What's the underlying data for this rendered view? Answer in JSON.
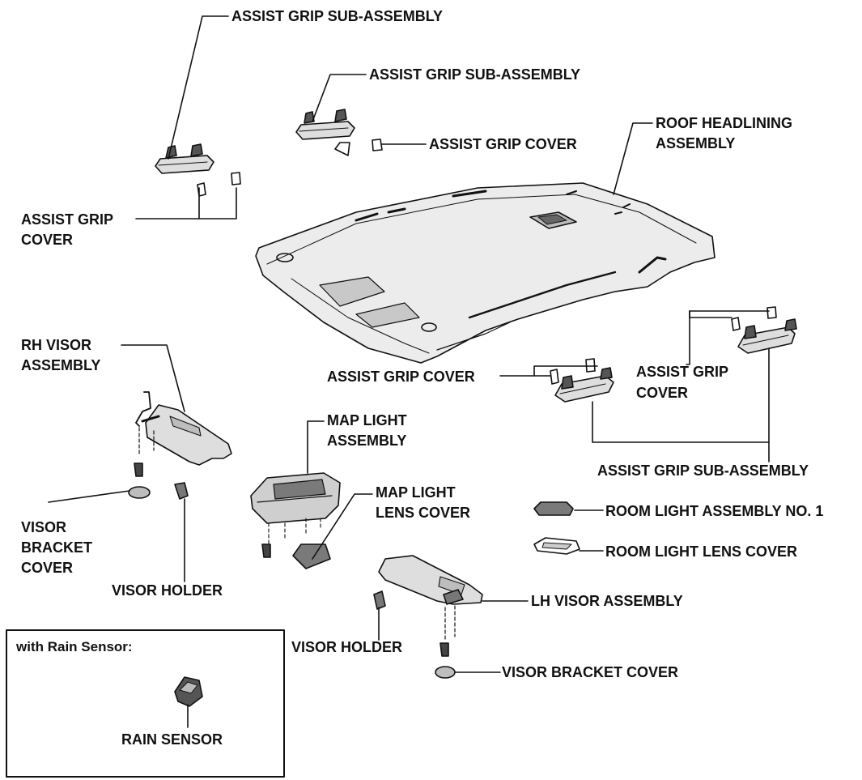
{
  "labels": {
    "assist_grip_sub_assembly_top_left": "ASSIST GRIP SUB-ASSEMBLY",
    "assist_grip_sub_assembly_top_center": "ASSIST GRIP SUB-ASSEMBLY",
    "assist_grip_cover_top_center": "ASSIST GRIP COVER",
    "roof_headlining_line1": "ROOF HEADLINING",
    "roof_headlining_line2": "ASSEMBLY",
    "assist_grip_cover_left_line1": "ASSIST GRIP",
    "assist_grip_cover_left_line2": "COVER",
    "rh_visor_line1": "RH VISOR",
    "rh_visor_line2": "ASSEMBLY",
    "assist_grip_cover_center": "ASSIST GRIP COVER",
    "assist_grip_cover_right_line1": "ASSIST GRIP",
    "assist_grip_cover_right_line2": "COVER",
    "map_light_line1": "MAP LIGHT",
    "map_light_line2": "ASSEMBLY",
    "assist_grip_sub_assembly_right": "ASSIST GRIP SUB-ASSEMBLY",
    "map_light_lens_line1": "MAP LIGHT",
    "map_light_lens_line2": "LENS COVER",
    "room_light_assembly": "ROOM LIGHT ASSEMBLY NO. 1",
    "visor_bracket_line1": "VISOR",
    "visor_bracket_line2": "BRACKET",
    "visor_bracket_line3": "COVER",
    "room_light_lens": "ROOM LIGHT LENS COVER",
    "visor_holder_left": "VISOR HOLDER",
    "lh_visor": "LH VISOR ASSEMBLY",
    "visor_holder_right": "VISOR HOLDER",
    "visor_bracket_cover_right": "VISOR BRACKET COVER"
  },
  "inset": {
    "title": "with Rain Sensor:",
    "part_label": "RAIN SENSOR"
  },
  "colors": {
    "ink": "#111111",
    "paper": "#ffffff",
    "panel_fill": "#e9e9e9",
    "shade": "#9a9a9a"
  }
}
